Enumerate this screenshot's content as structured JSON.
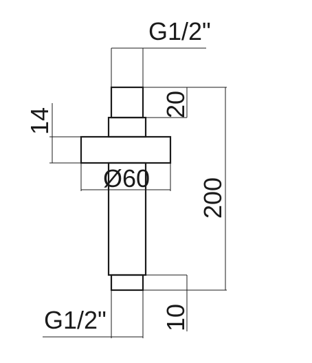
{
  "drawing": {
    "thread_top_label": "G1/2\"",
    "thread_bottom_label": "G1/2\"",
    "top_thread_length": "20",
    "flange_thickness": "14",
    "flange_diameter": "Ø60",
    "total_length": "200",
    "bottom_thread_length": "10"
  }
}
